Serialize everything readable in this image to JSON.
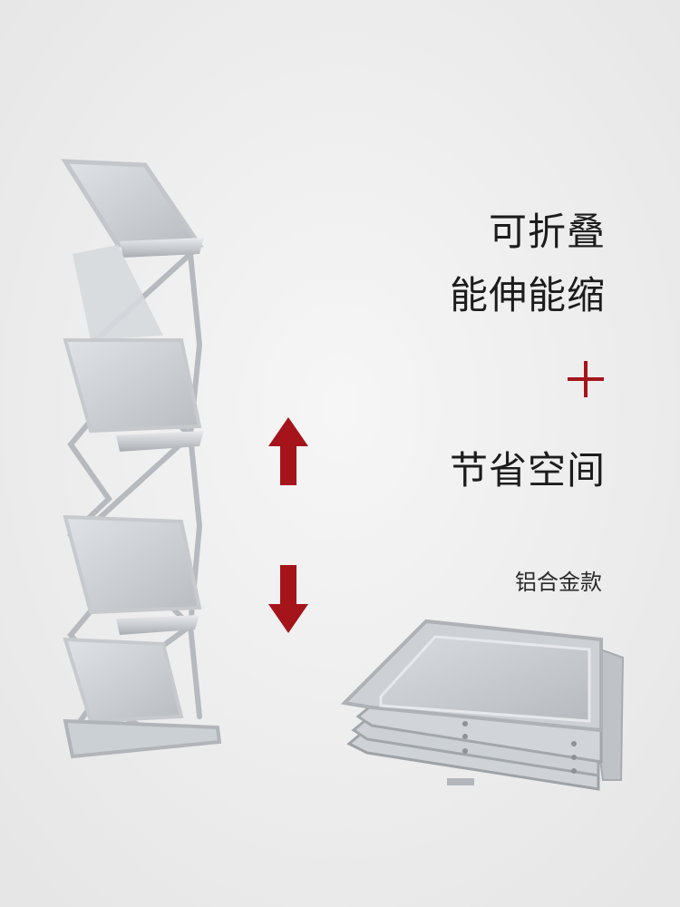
{
  "headline": {
    "line1": "可折叠",
    "line2": "能伸能缩",
    "line3": "节省空间"
  },
  "plus_symbol": "+",
  "material_label": "铝合金款",
  "colors": {
    "background": "#efefef",
    "accent_red": "#a5141b",
    "text_dark": "#1c1c1c",
    "aluminium": "#c9ccd0"
  },
  "icons": {
    "arrow_up": "arrow-up-icon",
    "arrow_down": "arrow-down-icon",
    "plus": "plus-icon"
  }
}
